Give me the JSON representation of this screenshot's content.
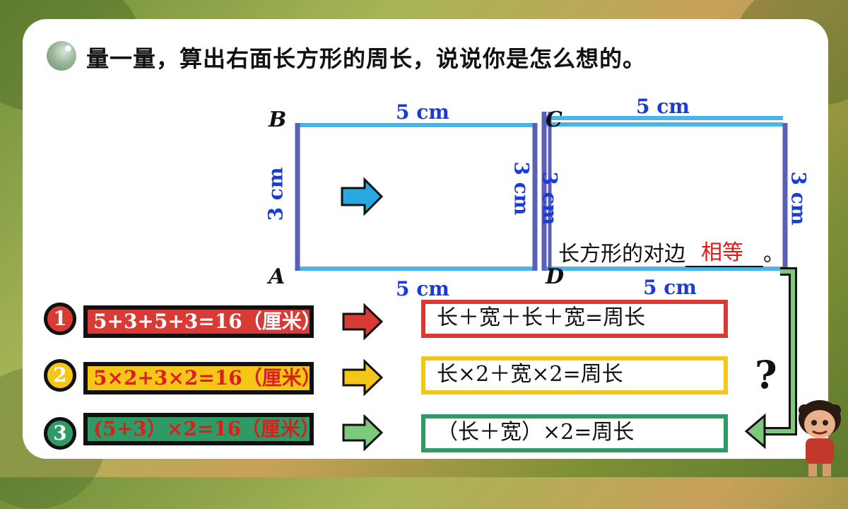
{
  "instruction": "量一量，算出右面长方形的周长，说说你是怎么想的。",
  "points": {
    "b": "B",
    "a": "A",
    "c": "C",
    "d": "D"
  },
  "dimensions": {
    "left_top": "5 cm",
    "left_bottom": "5 cm",
    "left_side": "3 cm",
    "left_right_side": "3 cm",
    "right_top": "5 cm",
    "right_bottom": "5 cm",
    "right_left_side": "3 cm",
    "right_right_side": "3 cm"
  },
  "note": {
    "prefix": "长方形的对边",
    "answer": "相等",
    "suffix": "。"
  },
  "methods": [
    {
      "num": "1",
      "equation": "5+3+5+3=16（厘米）",
      "formula": "长＋宽＋长＋宽=周长",
      "color": "#d83a35"
    },
    {
      "num": "2",
      "equation": "5×2+3×2=16（厘米）",
      "formula": "长×2＋宽×2=周长",
      "color": "#f5c518"
    },
    {
      "num": "3",
      "equation": "(5+3）×2=16（厘米）",
      "formula": "（长＋宽）×2=周长",
      "color": "#2f9a63"
    }
  ],
  "question_mark": "?",
  "colors": {
    "rect_long": "#4ab4e6",
    "rect_short": "#5a5fb8",
    "arrow": "#27a8e0",
    "dim_text": "#1a3cd6"
  }
}
